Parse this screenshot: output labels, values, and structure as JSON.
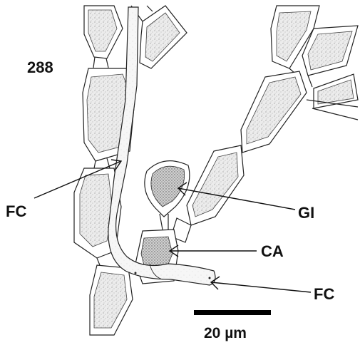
{
  "figure": {
    "number": "288",
    "labels": {
      "fc_left": "FC",
      "gi": "GI",
      "ca": "CA",
      "fc_right": "FC"
    },
    "scale_bar": {
      "label": "20 µm"
    }
  },
  "colors": {
    "ink": "#222222",
    "cell_fill": "#ffffff",
    "content_fill": "#e6e6e6",
    "dense_fill": "#cfcfcf",
    "scale_bar": "#000000"
  },
  "icons": {
    "arrow": "open-arrowhead-line"
  }
}
